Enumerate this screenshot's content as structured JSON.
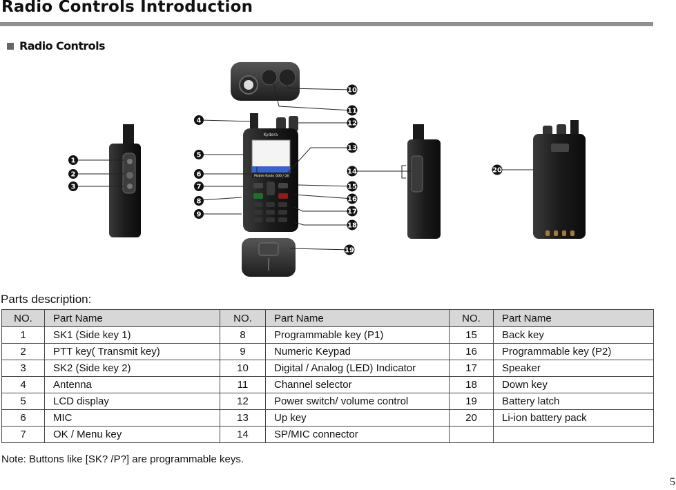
{
  "page": {
    "title": "Radio Controls Introduction",
    "section_heading": "Radio Controls",
    "parts_description_label": "Parts description:",
    "note": "Note: Buttons like [SK? /P?] are programmable keys.",
    "page_number": "5"
  },
  "device_screen": {
    "brand": "Kydera",
    "bottom_label": "Mobile Radio",
    "status_line": "000 / 08"
  },
  "callouts": [
    "1",
    "2",
    "3",
    "4",
    "5",
    "6",
    "7",
    "8",
    "9",
    "10",
    "11",
    "12",
    "13",
    "14",
    "15",
    "16",
    "17",
    "18",
    "19",
    "20"
  ],
  "table": {
    "headers": [
      {
        "no": "NO.",
        "name": "Part Name"
      },
      {
        "no": "NO.",
        "name": "Part Name"
      },
      {
        "no": "NO.",
        "name": "Part Name"
      }
    ],
    "rows": [
      [
        {
          "no": "1",
          "name": "SK1 (Side key 1)"
        },
        {
          "no": "8",
          "name": "Programmable key (P1)"
        },
        {
          "no": "15",
          "name": "Back key"
        }
      ],
      [
        {
          "no": "2",
          "name": "PTT key( Transmit key)"
        },
        {
          "no": "9",
          "name": "Numeric Keypad"
        },
        {
          "no": "16",
          "name": "Programmable key (P2)"
        }
      ],
      [
        {
          "no": "3",
          "name": "SK2 (Side key 2)"
        },
        {
          "no": "10",
          "name": "Digital / Analog (LED) Indicator"
        },
        {
          "no": "17",
          "name": "Speaker"
        }
      ],
      [
        {
          "no": "4",
          "name": "Antenna"
        },
        {
          "no": "11",
          "name": "Channel selector"
        },
        {
          "no": "18",
          "name": "Down key"
        }
      ],
      [
        {
          "no": "5",
          "name": "LCD display"
        },
        {
          "no": "12",
          "name": "Power switch/ volume control"
        },
        {
          "no": "19",
          "name": "Battery latch"
        }
      ],
      [
        {
          "no": "6",
          "name": "MIC"
        },
        {
          "no": "13",
          "name": "Up key"
        },
        {
          "no": "20",
          "name": "Li-ion battery pack"
        }
      ],
      [
        {
          "no": "7",
          "name": "OK / Menu key"
        },
        {
          "no": "14",
          "name": "SP/MIC connector"
        },
        {
          "no": "",
          "name": ""
        }
      ]
    ]
  }
}
